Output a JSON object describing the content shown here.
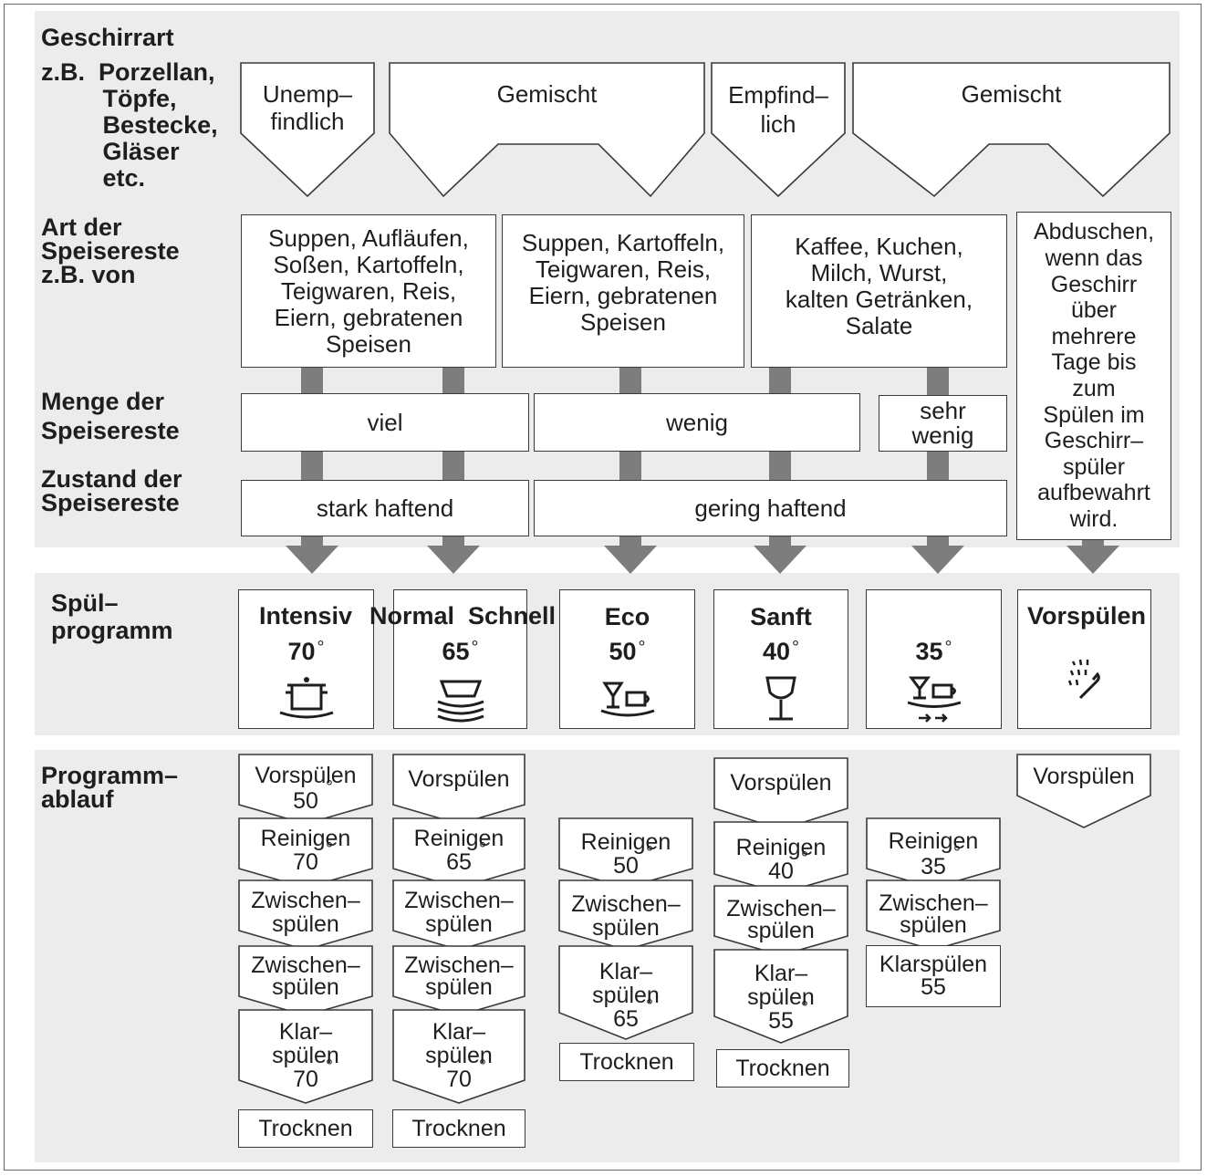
{
  "labels": {
    "geschirrart": "Geschirrart",
    "geschirrart_examples": "z.B.  Porzellan,\n         Töpfe,\n         Bestecke,\n         Gläser\n         etc.",
    "art_speisereste": "Art der\nSpeisereste\nz.B. von",
    "menge": "Menge der\nSpeisereste",
    "zustand": "Zustand der\nSpeisereste",
    "spuelprogramm": "Spül–\nprogramm",
    "programmablauf": "Programm–\nablauf"
  },
  "geschirr_types": [
    "Unemp–\nfindlich",
    "Gemischt",
    "Empfind–\nlich",
    "Gemischt"
  ],
  "speisereste": [
    "Suppen, Aufläufen,\nSoßen, Kartoffeln,\nTeigwaren, Reis,\nEiern, gebratenen\nSpeisen",
    "Suppen, Kartoffeln,\nTeigwaren, Reis,\nEiern, gebratenen\nSpeisen",
    "Kaffee, Kuchen,\nMilch, Wurst,\nkalten Getränken,\nSalate",
    "Abduschen,\nwenn das\nGeschirr\nüber\nmehrere\nTage bis\nzum\nSpülen im\nGeschirr–\nspüler\naufbewahrt\nwird."
  ],
  "menge": [
    "viel",
    "wenig",
    "sehr\nwenig"
  ],
  "zustand": [
    "stark haftend",
    "gering haftend"
  ],
  "programs": [
    {
      "name": "Intensiv",
      "temp": "70",
      "icon": "pot-icon"
    },
    {
      "name": "Normal",
      "temp": "65",
      "icon": "stacked-plates-icon"
    },
    {
      "name": "Schnell",
      "temp": "",
      "icon": ""
    },
    {
      "name": "Eco",
      "temp": "50",
      "icon": "glass-cup-plate-icon"
    },
    {
      "name": "Sanft",
      "temp": "40",
      "icon": "wine-glass-icon"
    },
    {
      "name": "",
      "temp": "35",
      "icon": "glass-cup-quick-icon"
    },
    {
      "name": "Vorspülen",
      "temp": "",
      "icon": "spray-hand-icon"
    }
  ],
  "degree_symbol": "°",
  "flows": {
    "intensiv": [
      "Vorspülen\n50",
      "Reinigen\n70",
      "Zwischen–\nspülen",
      "Zwischen–\nspülen",
      "Klar–\nspülen\n70",
      "Trocknen"
    ],
    "normal": [
      "Vorspülen",
      "Reinigen\n65",
      "Zwischen–\nspülen",
      "Zwischen–\nspülen",
      "Klar–\nspülen\n70",
      "Trocknen"
    ],
    "eco": [
      "Reinigen\n50",
      "Zwischen–\nspülen",
      "Klar–\nspülen\n65",
      "Trocknen"
    ],
    "sanft": [
      "Vorspülen",
      "Reinigen\n40",
      "Zwischen–\nspülen",
      "Klar–\nspülen\n55",
      "Trocknen"
    ],
    "quick": [
      "Reinigen\n35",
      "Zwischen–\nspülen",
      "Klarspülen\n55"
    ],
    "vorspuelen": [
      "Vorspülen"
    ]
  },
  "colors": {
    "band": "#ececec",
    "arrow": "#7d7d7d",
    "border": "#3a3a3a"
  }
}
